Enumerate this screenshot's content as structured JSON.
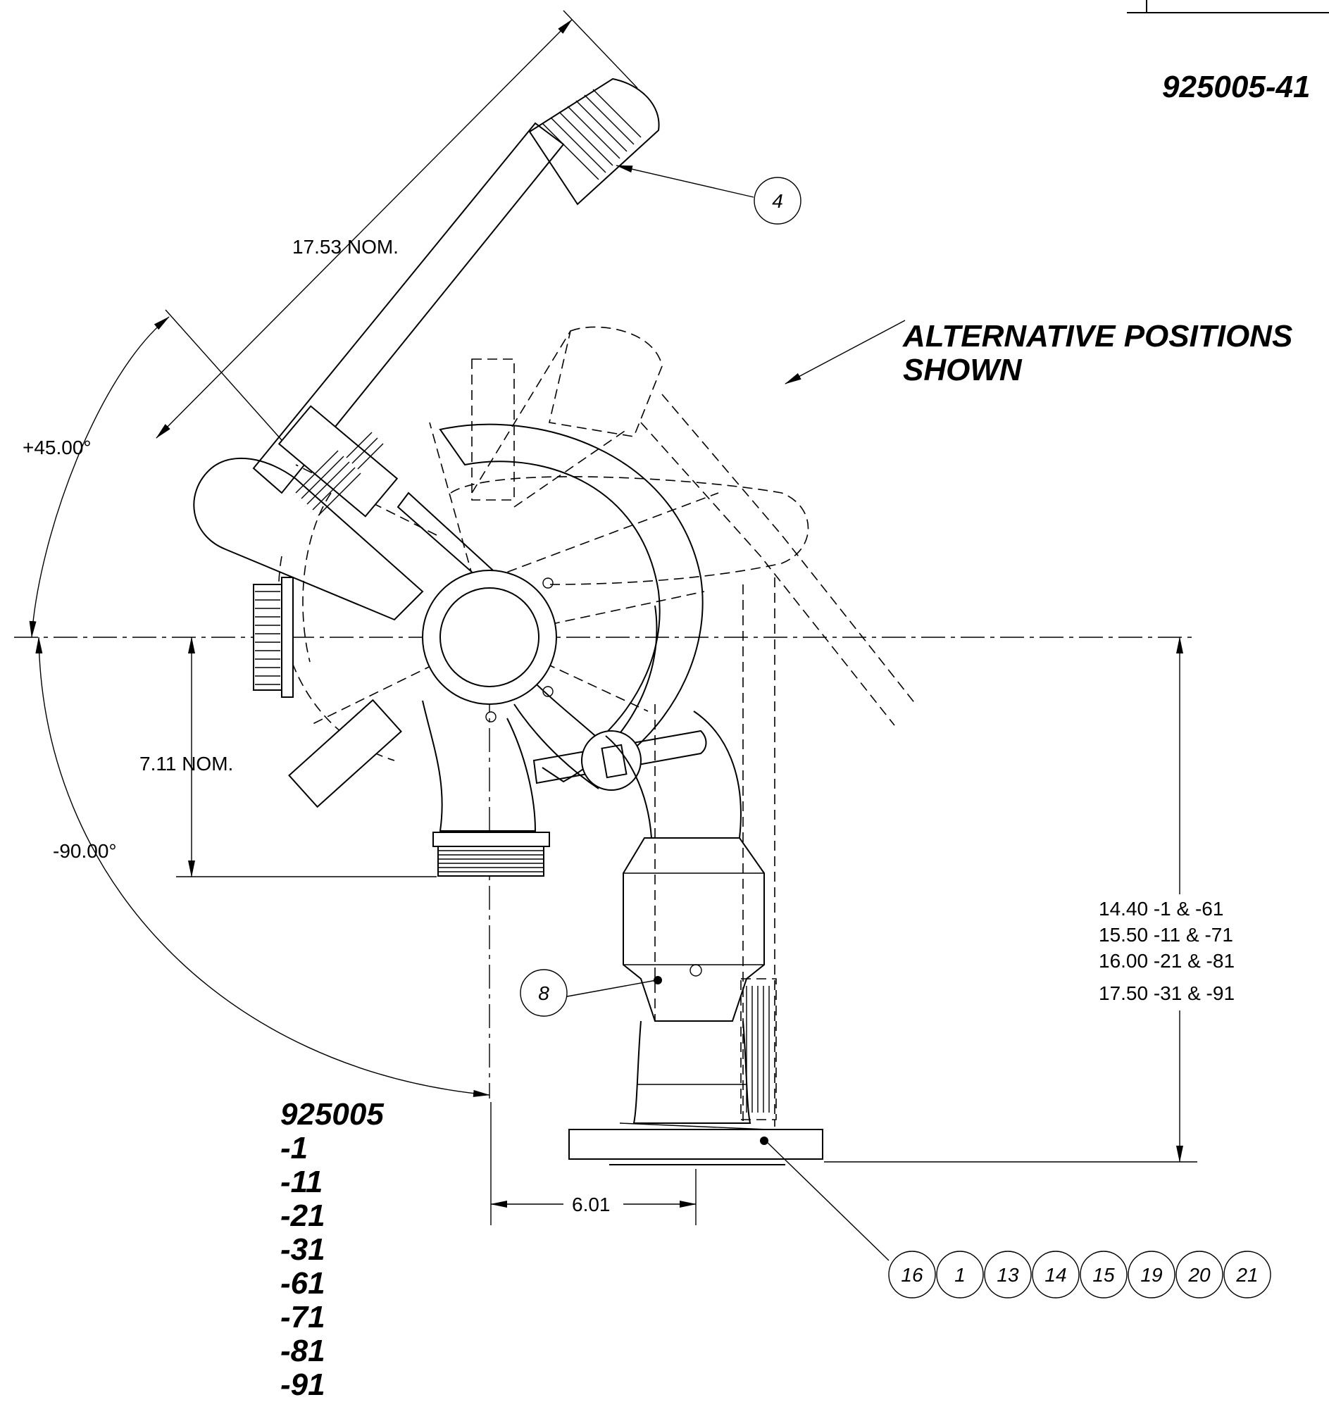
{
  "drawing_number": "925005-41",
  "note": {
    "line1": "ALTERNATIVE POSITIONS",
    "line2": "SHOWN"
  },
  "dimensions": {
    "handle_length": "17.53 NOM.",
    "angle_up": "+45.00°",
    "angle_down": "-90.00°",
    "outlet_height": "7.11 NOM.",
    "offset": "6.01",
    "heights": [
      "14.40  -1 & -61",
      "15.50  -11 & -71",
      "16.00  -21 & -81",
      "17.50  -31 & -91"
    ]
  },
  "balloons": {
    "handle": "4",
    "body": "8",
    "base_group": [
      "16",
      "1",
      "13",
      "14",
      "15",
      "19",
      "20",
      "21"
    ]
  },
  "part_numbers": [
    "925005",
    "-1",
    "-11",
    "-21",
    "-31",
    "-61",
    "-71",
    "-81",
    "-91"
  ]
}
